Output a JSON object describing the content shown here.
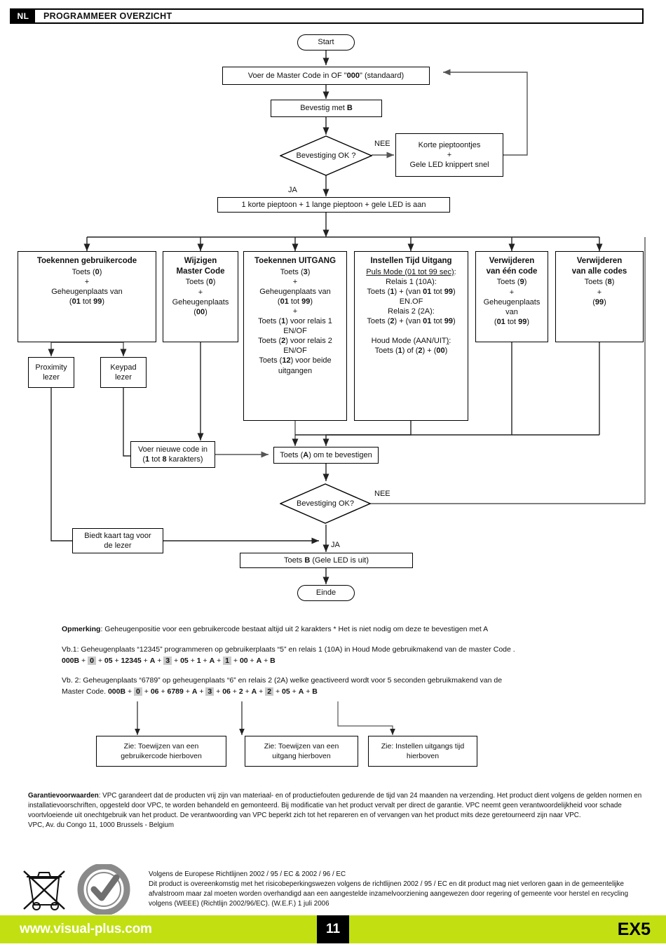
{
  "header": {
    "lang": "NL",
    "title": "PROGRAMMEER OVERZICHT"
  },
  "flow": {
    "start": "Start",
    "master_code": {
      "pre": "Voer de Master Code in OF \"",
      "bold": "000",
      "post": "\" (standaard)"
    },
    "confirm_b": {
      "pre": "Bevestig met ",
      "bold": "B"
    },
    "decision1": "Bevestiging OK ?",
    "decision1_no": "NEE",
    "decision1_yes": "JA",
    "error_box": {
      "l1": "Korte pieptoontjes",
      "l2": "+",
      "l3": "Gele LED knippert snel"
    },
    "ok_box": "1 korte pieptoon + 1 lange pieptoon + gele LED is aan",
    "branches": [
      {
        "title": "Toekennen gebruikercode",
        "lines": [
          "Toets (<b>0</b>)",
          "+",
          "Geheugenplaats van",
          "(<b>01</b> tot <b>99</b>)"
        ]
      },
      {
        "title": "Wijzigen\nMaster Code",
        "lines": [
          "Toets (<b>0</b>)",
          "+",
          "Geheugenplaats",
          "(<b>00</b>)"
        ]
      },
      {
        "title": "Toekennen UITGANG",
        "lines": [
          "Toets (<b>3</b>)",
          "+",
          "Geheugenplaats van",
          "(<b>01</b> tot <b>99</b>)",
          "+",
          "Toets (<b>1</b>) voor relais 1",
          "EN/OF",
          "Toets (<b>2</b>) voor relais 2",
          "EN/OF",
          "Toets (<b>12</b>) voor beide",
          "uitgangen"
        ]
      },
      {
        "title": "Instellen Tijd Uitgang",
        "lines": [
          "<span class=\"u\">Puls Mode (01 tot 99 sec)</span>:",
          "Relais 1 (10A):",
          "Toets (<b>1</b>) + (van <b>01</b> tot <b>99</b>)",
          "EN.OF",
          "Relais 2 (2A):",
          "Toets (<b>2</b>) + (van <b>01</b> tot <b>99</b>)",
          "&nbsp;",
          "Houd Mode (AAN/UIT<span class=\"u\">)</span>:",
          "Toets (<b>1</b>) of (<b>2</b>) + (<b>00</b>)"
        ]
      },
      {
        "title": "Verwijderen\nvan één code",
        "lines": [
          "Toets (<b>9</b>)",
          "+",
          "Geheugenplaats",
          "van",
          "(<b>01</b> tot <b>99</b>)"
        ]
      },
      {
        "title": "Verwijderen\nvan alle codes",
        "lines": [
          "Toets (<b>8</b>)",
          "+",
          "(<b>99</b>)"
        ]
      }
    ],
    "proximity": "Proximity\nlezer",
    "keypad": "Keypad\nlezer",
    "new_code": {
      "l1": "Voer nieuwe code in",
      "l2": "(<b>1</b> tot <b>8</b> karakters)"
    },
    "confirm_a": {
      "pre": "Toets (",
      "bold": "A",
      "post": ") om te bevestigen"
    },
    "decision2": "Bevestiging OK?",
    "decision2_no": "NEE",
    "decision2_yes": "JA",
    "card_tag": "Biedt kaart tag voor\nde lezer",
    "key_b": {
      "pre": "Toets ",
      "bold": "B",
      "post": " (Gele LED is uit)"
    },
    "end": "Einde"
  },
  "notes": {
    "remark_label": "Opmerking",
    "remark_text": ": Geheugenpositie voor een gebruikercode bestaat altijd uit 2 karakters * Het is niet nodig om deze te bevestigen met A",
    "ex1_intro": "Vb.1: Geheugenplaats “12345” programmeren op gebruikerplaats “5” en relais 1 (10A) in Houd Mode gebruikmakend van de master Code .",
    "ex1_seq_html": "<b>000B</b> + <span class=\"hl\">0</span> + <b>05</b> + <b>12345</b> + <b>A</b> + <span class=\"hl\">3</span> + <b>05</b> + <b>1</b> + <b>A</b> + <span class=\"hl\">1</span> + <b>00</b> + <b>A</b> + <b>B</b>",
    "ex2_intro": "Vb. 2: Geheugenplaats “6789” op geheugenplaats “6” en relais 2 (2A) welke geactiveerd wordt voor 5 seconden gebruikmakend van de",
    "ex2_seq_html": "Master Code. <b>000B</b> + <span class=\"hl\">0</span> + <b>06</b> + <b>6789</b> + <b>A</b> + <span class=\"hl\">3</span> + <b>06</b> + <b>2</b> + <b>A</b> + <span class=\"hl\">2</span> + <b>05</b> + <b>A</b> + <b>B</b>",
    "refs": [
      "Zie: Toewijzen van een\ngebruikercode hierboven",
      "Zie: Toewijzen van een\nuitgang hierboven",
      "Zie: Instellen uitgangs tijd\nhierboven"
    ]
  },
  "warranty": {
    "label": "Garantievoorwaarden",
    "body": ": VPC garandeert dat de producten vrij zijn van materiaal- en of productiefouten gedurende de tijd van 24 maanden na verzending. Het product dient volgens de gelden normen en installatievoorschriften, opgesteld door VPC, te worden behandeld en gemonteerd.   Bij modificatie van het product vervalt per direct de garantie. VPC neemt geen verantwoordelijkheid voor schade voortvloeiende uit onechtgebruik van het product. De verantwoording van VPC beperkt zich tot het repareren en of vervangen van het product mits deze geretourneerd zijn naar VPC.",
    "address": "VPC, Av. du Congo 11, 1000 Brussels - Belgium"
  },
  "weee": {
    "line1": "Volgens de Europese Richtlijnen 2002 / 95 / EC & 2002 / 96 / EC",
    "line2": "Dit product is overeenkomstig met het risicobeperkingswezen volgens de richtlijnen 2002 / 95 / EC en dit product mag niet verloren gaan in de gemeentelijke afvalstroom maar zal moeten worden overhandigd aan een aangestelde inzamelvoorziening aangewezen door regering of gemeente voor herstel en recycling volgens (WEEE) (Richtlijn 2002/96/EC). (W.E.F.) 1 juli 2006",
    "rohs_text": "RoHS · COMPLIANT",
    "weee_icon": "crossed-out-wheelie-bin"
  },
  "footer": {
    "url": "www.visual-plus.com",
    "page": "11",
    "model": "EX5",
    "accent": "#c2e011"
  }
}
